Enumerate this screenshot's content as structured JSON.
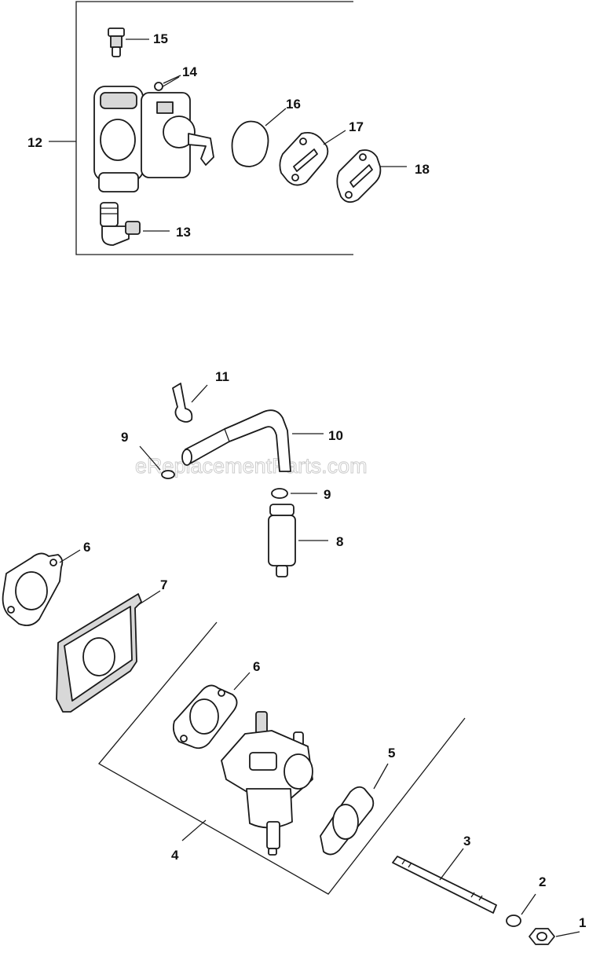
{
  "watermark": "eReplacementParts.com",
  "callouts": {
    "c1": "1",
    "c2": "2",
    "c3": "3",
    "c4": "4",
    "c5": "5",
    "c6a": "6",
    "c6b": "6",
    "c7": "7",
    "c8": "8",
    "c9a": "9",
    "c9b": "9",
    "c10": "10",
    "c11": "11",
    "c12": "12",
    "c13": "13",
    "c14": "14",
    "c15": "15",
    "c16": "16",
    "c17": "17",
    "c18": "18"
  },
  "colors": {
    "line": "#1a1a1a",
    "watermark": "#cccccc",
    "shade": "#d8d8d8"
  }
}
